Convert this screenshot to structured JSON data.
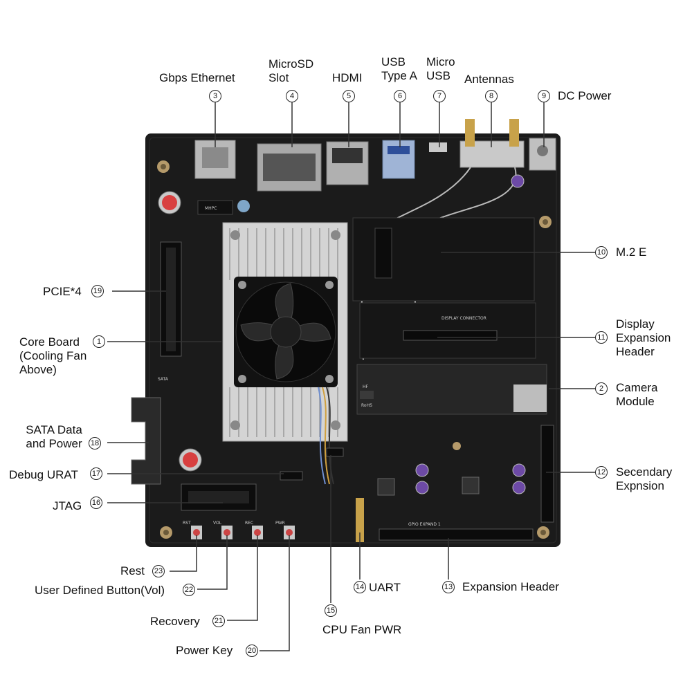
{
  "callouts": {
    "c1": {
      "num": "1",
      "label": "Core Board (Cooling Fan Above)"
    },
    "c2": {
      "num": "2",
      "label": "Camera Module"
    },
    "c3": {
      "num": "3",
      "label": "Gbps Ethernet"
    },
    "c4": {
      "num": "4",
      "label": "MicroSD Slot"
    },
    "c5": {
      "num": "5",
      "label": "HDMI"
    },
    "c6": {
      "num": "6",
      "label": "USB Type A"
    },
    "c7": {
      "num": "7",
      "label": "Micro USB"
    },
    "c8": {
      "num": "8",
      "label": "Antennas"
    },
    "c9": {
      "num": "9",
      "label": "DC Power"
    },
    "c10": {
      "num": "10",
      "label": "M.2 E"
    },
    "c11": {
      "num": "11",
      "label": "Display Expansion Header"
    },
    "c12": {
      "num": "12",
      "label": "Secendary Expnsion"
    },
    "c13": {
      "num": "13",
      "label": "Expansion Header"
    },
    "c14": {
      "num": "14",
      "label": "UART"
    },
    "c15": {
      "num": "15",
      "label": "CPU Fan PWR"
    },
    "c16": {
      "num": "16",
      "label": "JTAG"
    },
    "c17": {
      "num": "17",
      "label": "Debug URAT"
    },
    "c18": {
      "num": "18",
      "label": "SATA Data and Power"
    },
    "c19": {
      "num": "19",
      "label": "PCIE*4"
    },
    "c20": {
      "num": "20",
      "label": "Power Key"
    },
    "c21": {
      "num": "21",
      "label": "Recovery"
    },
    "c22": {
      "num": "22",
      "label": "User Defined Button(Vol)"
    },
    "c23": {
      "num": "23",
      "label": "Rest"
    }
  },
  "board_silkscreen": {
    "display_connector": "DISPLAY CONNECTOR",
    "gpio_expand": "GPIO EXPAND 1",
    "mhpc": "MHPC",
    "hf": "HF",
    "rohs": "RoHS",
    "sata": "SATA",
    "rst": "RST",
    "vol": "VOL",
    "rec": "REC",
    "pwr": "PWR"
  },
  "colors": {
    "board": "#1a1a1a",
    "heatsink": "#d8d8d8",
    "fan": "#111111",
    "copper": "#c8a24a",
    "leader": "#333333"
  }
}
